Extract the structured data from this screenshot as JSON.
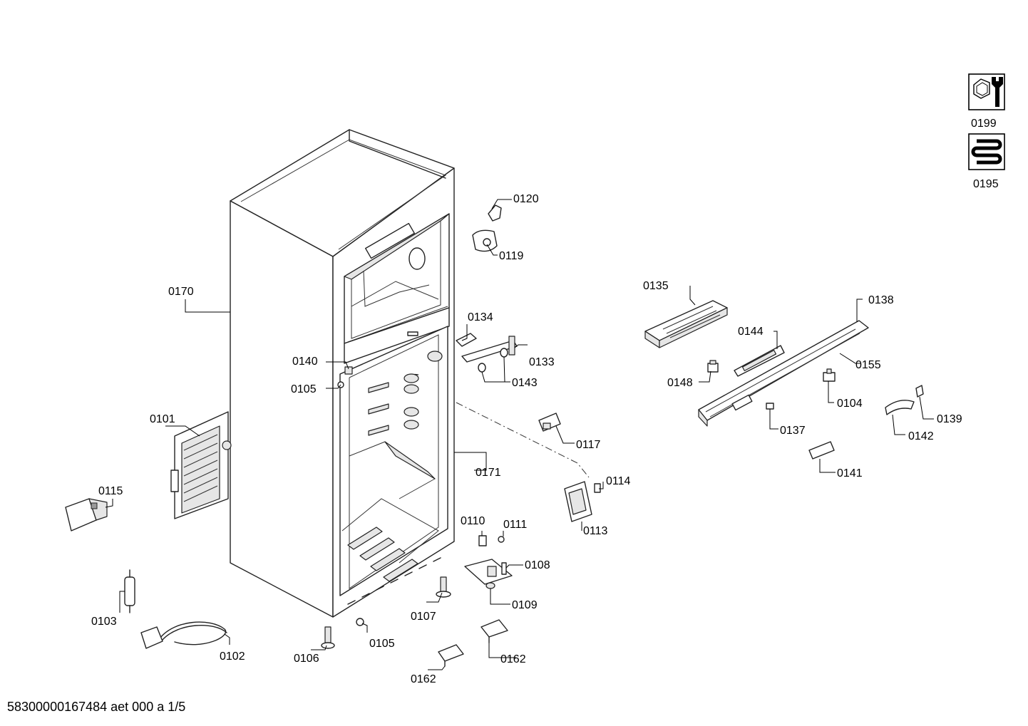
{
  "document_id": "58300000167484 aet 000 a 1/5",
  "icons": [
    {
      "name": "tool-icon",
      "label": "0199"
    },
    {
      "name": "refrigerant-coil-icon",
      "label": "0195"
    }
  ],
  "labels": {
    "l0170": "0170",
    "l0120": "0120",
    "l0119": "0119",
    "l0134": "0134",
    "l0133": "0133",
    "l0143": "0143",
    "l0140": "0140",
    "l0105a": "0105",
    "l0101": "0101",
    "l0115": "0115",
    "l0117": "0117",
    "l0171": "0171",
    "l0114": "0114",
    "l0113": "0113",
    "l0110": "0110",
    "l0111": "0111",
    "l0108": "0108",
    "l0109": "0109",
    "l0107": "0107",
    "l0103": "0103",
    "l0102": "0102",
    "l0106": "0106",
    "l0105b": "0105",
    "l0162a": "0162",
    "l0162b": "0162",
    "l0135": "0135",
    "l0138": "0138",
    "l0144": "0144",
    "l0155": "0155",
    "l0148": "0148",
    "l0104": "0104",
    "l0137": "0137",
    "l0139": "0139",
    "l0142": "0142",
    "l0141": "0141"
  }
}
